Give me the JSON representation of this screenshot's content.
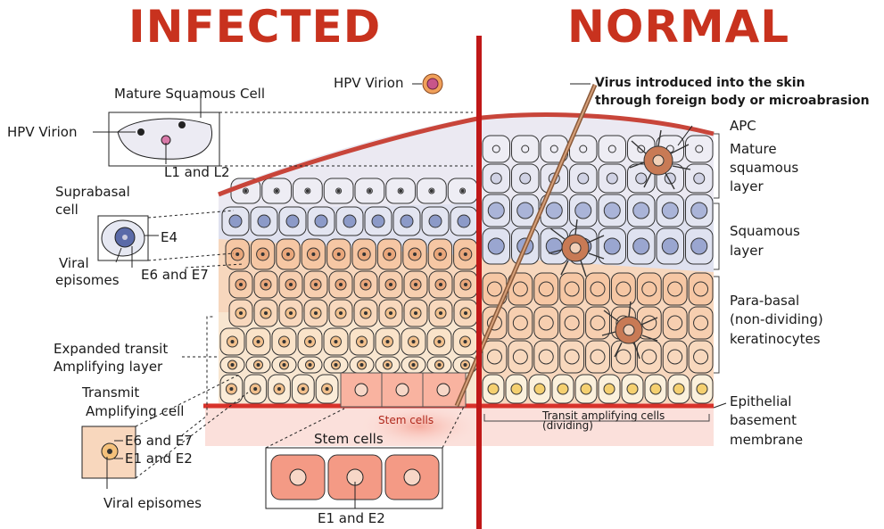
{
  "titles": {
    "infected": "INFECTED",
    "normal": "NORMAL"
  },
  "colors": {
    "title": "#c8321e",
    "divider": "#c01818",
    "membrane": "#d8322a"
  },
  "labels": {
    "hpv_virion_top": "HPV Virion",
    "mature_squamous_cell": "Mature Squamous Cell",
    "hpv_virion_left": "HPV Virion",
    "l1_l2": "L1 and L2",
    "suprabasal": "Suprabasal",
    "cell": "cell",
    "e4": "E4",
    "viral": "Viral",
    "episomes": "episomes",
    "e6_e7_a": "E6 and E7",
    "expanded_transit": "Expanded transit",
    "amplifying_layer": "Amplifying layer",
    "transmit": "Transmit",
    "amplifying_cell": "Amplifying cell",
    "e6_e7_b": "E6 and E7",
    "e1_e2_a": "E1 and E2",
    "viral_episomes": "Viral episomes",
    "stem_cells_tissue": "Stem cells",
    "stem_cells_box": "Stem cells",
    "e1_e2_b": "E1 and E2",
    "virus_line1": "Virus introduced into the skin",
    "virus_line2": "through foreign body or microabrasion",
    "apc": "APC",
    "mature": "Mature",
    "squamous": "squamous",
    "layer1": "layer",
    "squamous2": "Squamous",
    "layer2": "layer",
    "para_basal": "Para-basal",
    "non_dividing": "(non-dividing)",
    "keratinocytes": "keratinocytes",
    "epithelial": "Epithelial",
    "basement": "basement",
    "membrane": "membrane",
    "transit_amp": "Transit amplifying cells",
    "dividing": "(dividing)"
  }
}
